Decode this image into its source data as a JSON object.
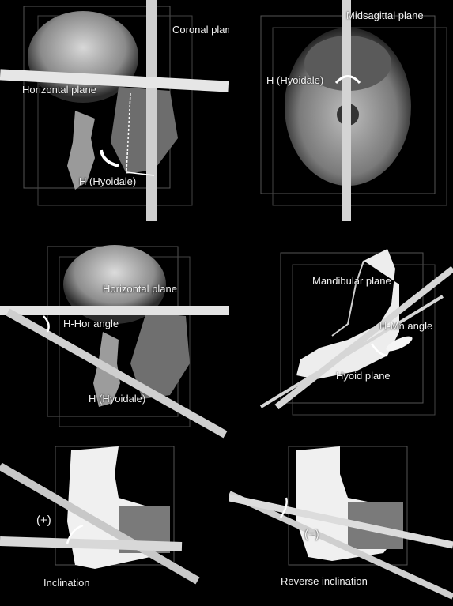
{
  "figure": {
    "panel_top_left": {
      "coronal_plane_label": "Coronal plane",
      "horizontal_plane_label": "Horizontal plane",
      "hyoidale_label": "H (Hyoidale)"
    },
    "panel_top_right": {
      "midsagittal_plane_label": "Midsagittal plane",
      "hyoidale_label": "H (Hyoidale)"
    },
    "panel_mid_left": {
      "horizontal_plane_label": "Horizontal plane",
      "angle_label": "H-Hor angle",
      "hyoidale_label": "H (Hyoidale)"
    },
    "panel_mid_right": {
      "mandibular_plane_label": "Mandibular plane",
      "angle_label": "H-Mn angle",
      "hyoid_plane_label": "Hyoid plane"
    },
    "panel_bottom_left": {
      "sign_label": "(+)",
      "caption": "Inclination"
    },
    "panel_bottom_right": {
      "sign_label": "(−)",
      "caption": "Reverse inclination"
    }
  }
}
